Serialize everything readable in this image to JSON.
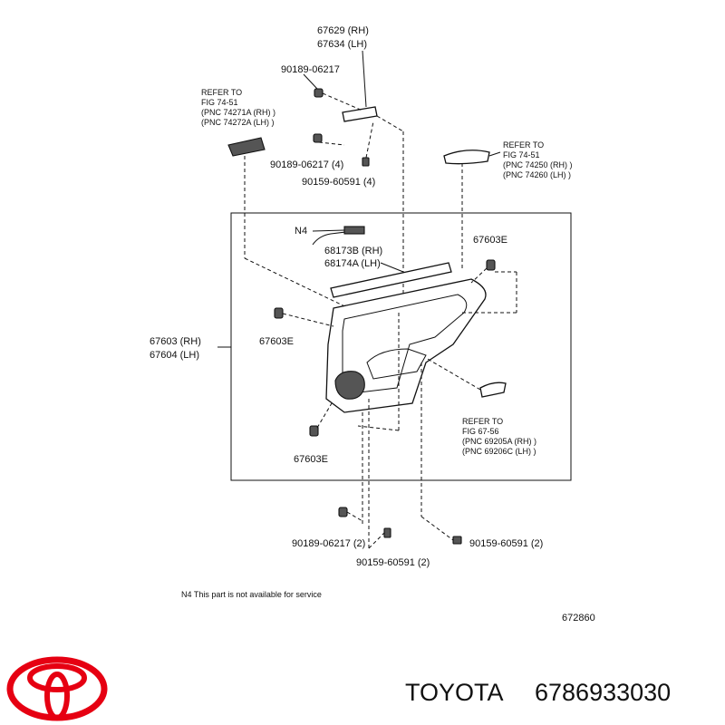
{
  "labels": {
    "top_rh": "67629 (RH)",
    "top_lh": "67634 (LH)",
    "screw_a": "90189-06217",
    "refer1_l1": "REFER TO",
    "refer1_l2": "FIG 74-51",
    "refer1_l3": "(PNC  74271A (RH) )",
    "refer1_l4": "(PNC  74272A (LH) )",
    "screw_b": "90189-06217 (4)",
    "screw_c": "90159-60591 (4)",
    "refer2_l1": "REFER TO",
    "refer2_l2": "FIG 74-51",
    "refer2_l3": "(PNC  74250 (RH) )",
    "refer2_l4": "(PNC  74260 (LH) )",
    "n4": "N4",
    "wire_rh": "68173B (RH)",
    "wire_lh": "68174A (LH)",
    "clip_tr": "67603E",
    "panel_rh": "67603 (RH)",
    "panel_lh": "67604 (LH)",
    "clip_l": "67603E",
    "refer3_l1": "REFER TO",
    "refer3_l2": "FIG 67-56",
    "refer3_l3": "(PNC  69205A (RH) )",
    "refer3_l4": "(PNC  69206C (LH) )",
    "clip_b": "67603E",
    "screw_d": "90189-06217 (2)",
    "screw_e": "90159-60591 (2)",
    "screw_f": "90159-60591 (2)",
    "footnote": "N4  This part is not available for service",
    "illus_no": "672860",
    "brand": "TOYOTA",
    "part_number": "6786933030"
  },
  "colors": {
    "logo_red": "#e60012",
    "ink": "#111111"
  },
  "icons": {
    "logo": "toyota-logo-icon"
  }
}
